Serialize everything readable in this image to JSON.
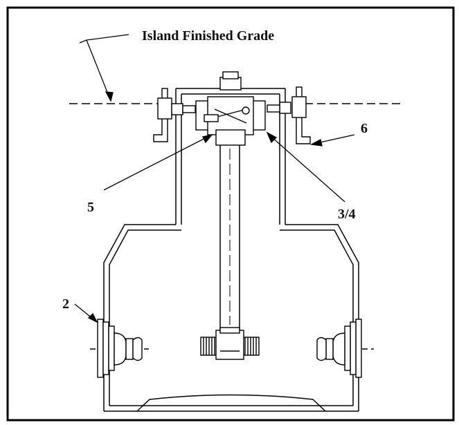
{
  "diagram": {
    "title": "Island Finished Grade",
    "callouts": {
      "c2": "2",
      "c5": "5",
      "c34": "3/4",
      "c6": "6"
    }
  }
}
